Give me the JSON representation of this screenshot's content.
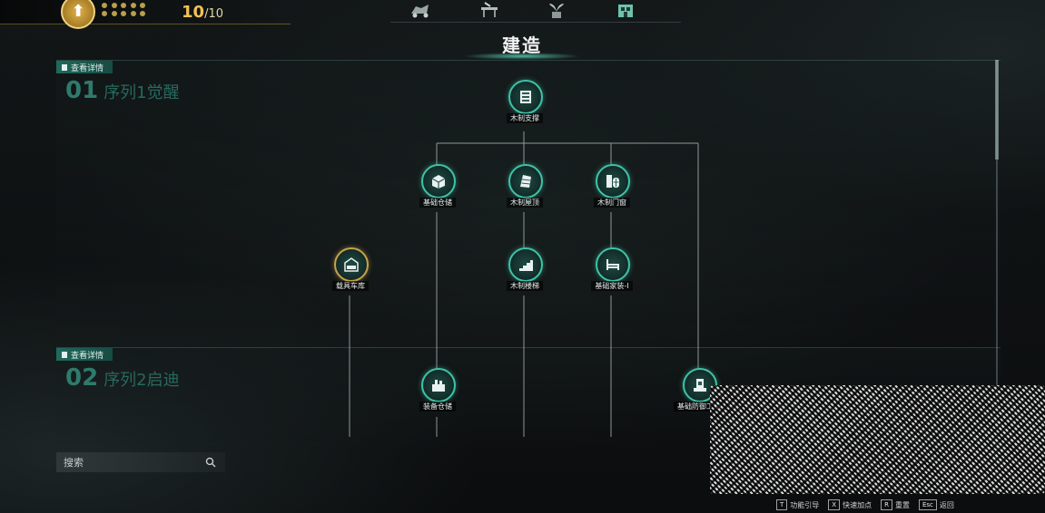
{
  "header": {
    "counter_current": "10",
    "counter_max": "/10",
    "title": "建造",
    "top_tabs": [
      {
        "icon": "vehicle-tab-icon"
      },
      {
        "icon": "workbench-tab-icon"
      },
      {
        "icon": "plant-tab-icon"
      },
      {
        "icon": "building-tab-icon"
      }
    ]
  },
  "sequences": [
    {
      "detail_label": "查看详情",
      "number": "01",
      "name": "序列1觉醒"
    },
    {
      "detail_label": "查看详情",
      "number": "02",
      "name": "序列2启迪"
    }
  ],
  "nodes": [
    {
      "id": "wood-support",
      "label": "木制支撑",
      "icon": "wood-support-icon"
    },
    {
      "id": "basic-storage",
      "label": "基础仓储",
      "icon": "storage-box-icon"
    },
    {
      "id": "wood-roof",
      "label": "木制屋顶",
      "icon": "roof-icon"
    },
    {
      "id": "wood-door-window",
      "label": "木制门窗",
      "icon": "door-window-icon"
    },
    {
      "id": "vehicle-garage",
      "label": "载具车库",
      "icon": "garage-icon"
    },
    {
      "id": "wood-stairs",
      "label": "木制楼梯",
      "icon": "stairs-icon"
    },
    {
      "id": "basic-furniture",
      "label": "基础家装-I",
      "icon": "furniture-icon"
    },
    {
      "id": "equipment-storage",
      "label": "装备仓储",
      "icon": "equipment-crate-icon"
    },
    {
      "id": "basic-defense",
      "label": "基础防御工事",
      "icon": "defense-tower-icon"
    }
  ],
  "search": {
    "placeholder": "搜索"
  },
  "hotkeys": [
    {
      "key": "T",
      "label": "功能引导"
    },
    {
      "key": "X",
      "label": "快速加点"
    },
    {
      "key": "R",
      "label": "重置"
    },
    {
      "key": "Esc",
      "label": "返回"
    }
  ]
}
